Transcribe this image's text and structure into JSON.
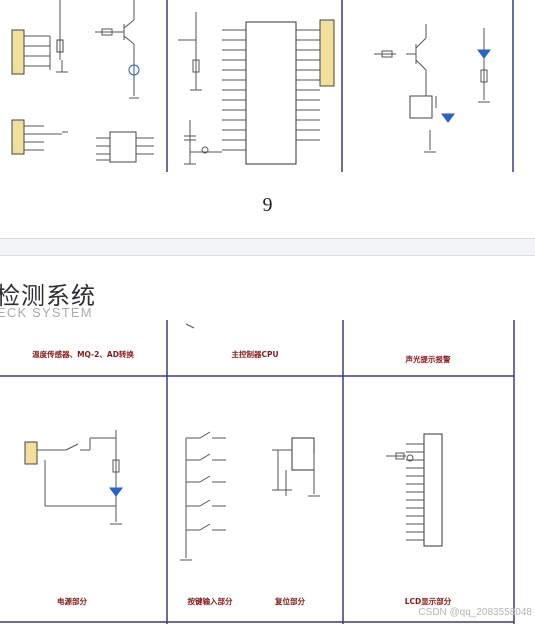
{
  "page_top": {
    "page_number": "9"
  },
  "page_bottom": {
    "heading_cn": "检测系统",
    "heading_en": "ECK SYSTEM",
    "block_labels": {
      "sensor": "温度传感器、MQ-2、AD转换",
      "cpu": "主控制器CPU",
      "alarm": "声光提示报警",
      "power": "电源部分",
      "keys": "按键输入部分",
      "reset": "复位部分",
      "lcd": "LCD显示部分"
    },
    "watermark": "CSDN @qq_2083558048"
  },
  "colors": {
    "frame": "#3b3a8f",
    "wire": "#555555",
    "led": "#2b63c9",
    "label": "#8a1a1a"
  }
}
